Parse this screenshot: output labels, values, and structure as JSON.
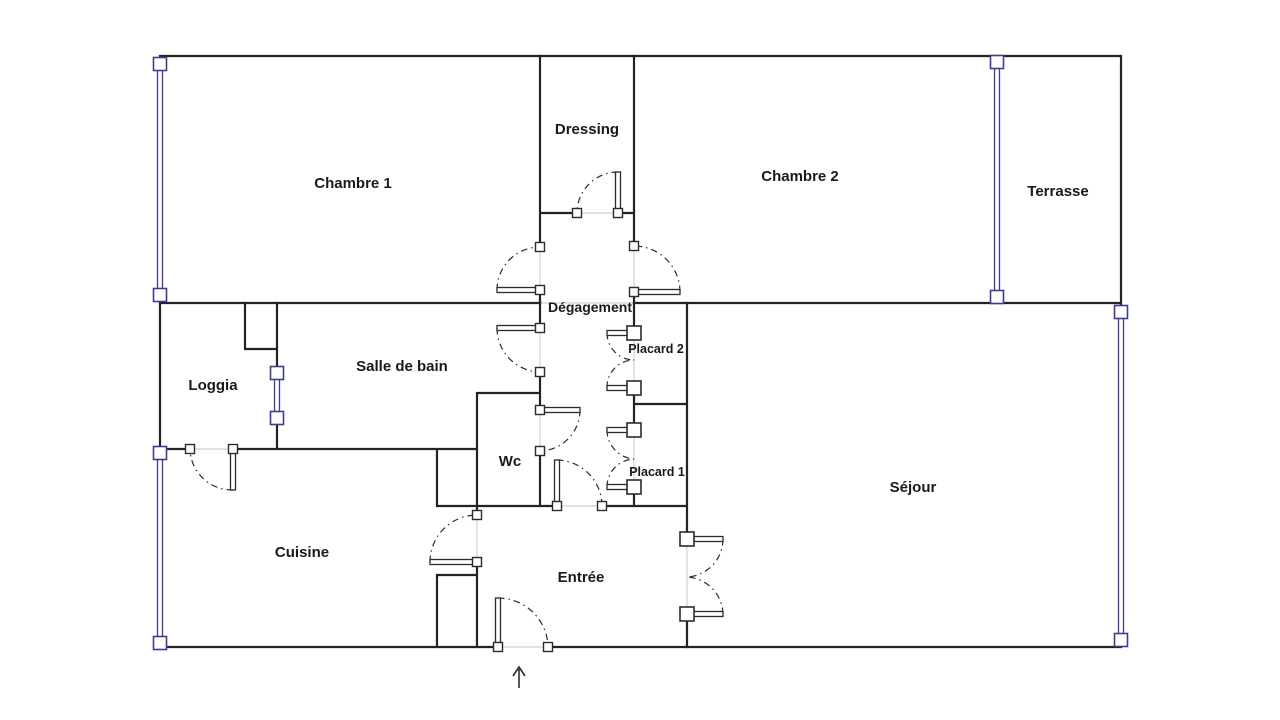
{
  "rooms": {
    "chambre1": "Chambre 1",
    "dressing": "Dressing",
    "chambre2": "Chambre 2",
    "terrasse": "Terrasse",
    "degagement": "Dégagement",
    "salle_de_bain": "Salle de bain",
    "loggia": "Loggia",
    "placard2": "Placard 2",
    "wc": "Wc",
    "placard1": "Placard 1",
    "sejour": "Séjour",
    "cuisine": "Cuisine",
    "entree": "Entrée"
  },
  "colors": {
    "wall": "#232323",
    "door": "#2b2b2b",
    "window": "#3d3d8f",
    "label": "#1a1a1a",
    "threshold": "#d9d9d9",
    "background": "#ffffff"
  }
}
